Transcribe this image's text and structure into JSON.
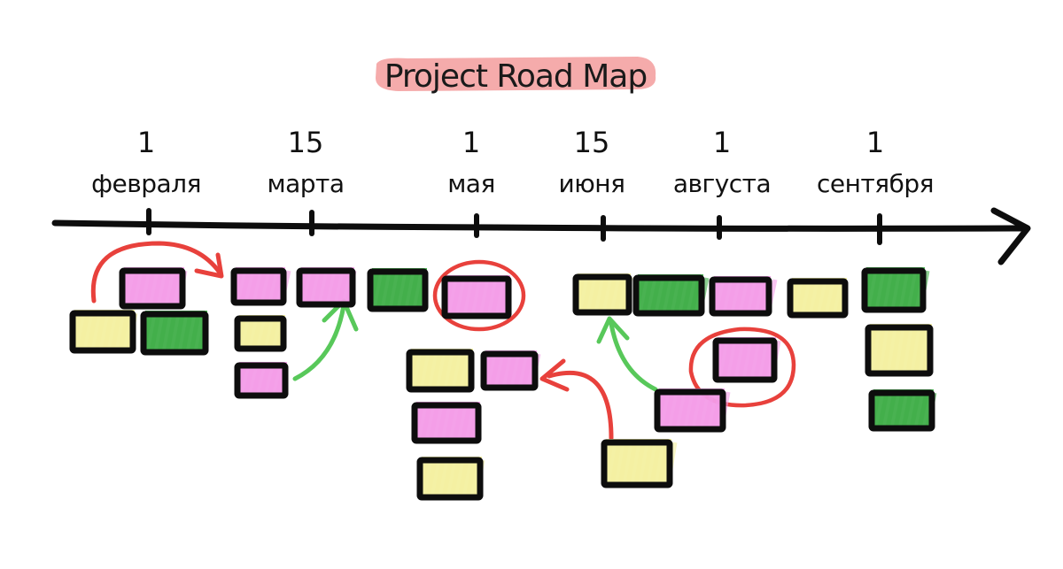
{
  "title": "Project Road Map",
  "colors": {
    "title_highlight": "#f4a6a6",
    "axis": "#0d0d0d",
    "card_border": "#0d0d0d",
    "pink": "#f39ce8",
    "yellow": "#f3f0a0",
    "green": "#3fae48",
    "arrow_red": "#e8413c",
    "arrow_green": "#58c85a",
    "circle_red": "#e8413c"
  },
  "dates": [
    {
      "num": "1",
      "month": "февраля"
    },
    {
      "num": "15",
      "month": "марта"
    },
    {
      "num": "1",
      "month": "мая"
    },
    {
      "num": "15",
      "month": "июня"
    },
    {
      "num": "1",
      "month": "августа"
    },
    {
      "num": "1",
      "month": "сентября"
    }
  ],
  "cards": [
    {
      "id": "card-1",
      "color": "pink"
    },
    {
      "id": "card-2",
      "color": "yellow"
    },
    {
      "id": "card-3",
      "color": "green"
    },
    {
      "id": "card-4",
      "color": "pink"
    },
    {
      "id": "card-5",
      "color": "yellow"
    },
    {
      "id": "card-6",
      "color": "pink"
    },
    {
      "id": "card-7",
      "color": "pink"
    },
    {
      "id": "card-8",
      "color": "green"
    },
    {
      "id": "card-9",
      "color": "pink"
    },
    {
      "id": "card-10",
      "color": "yellow"
    },
    {
      "id": "card-11",
      "color": "pink"
    },
    {
      "id": "card-12",
      "color": "pink"
    },
    {
      "id": "card-13",
      "color": "yellow"
    },
    {
      "id": "card-14",
      "color": "yellow"
    },
    {
      "id": "card-15",
      "color": "green"
    },
    {
      "id": "card-16",
      "color": "pink"
    },
    {
      "id": "card-17",
      "color": "pink"
    },
    {
      "id": "card-18",
      "color": "pink"
    },
    {
      "id": "card-19",
      "color": "yellow"
    },
    {
      "id": "card-20",
      "color": "yellow"
    },
    {
      "id": "card-21",
      "color": "green"
    },
    {
      "id": "card-22",
      "color": "yellow"
    },
    {
      "id": "card-23",
      "color": "green"
    }
  ]
}
